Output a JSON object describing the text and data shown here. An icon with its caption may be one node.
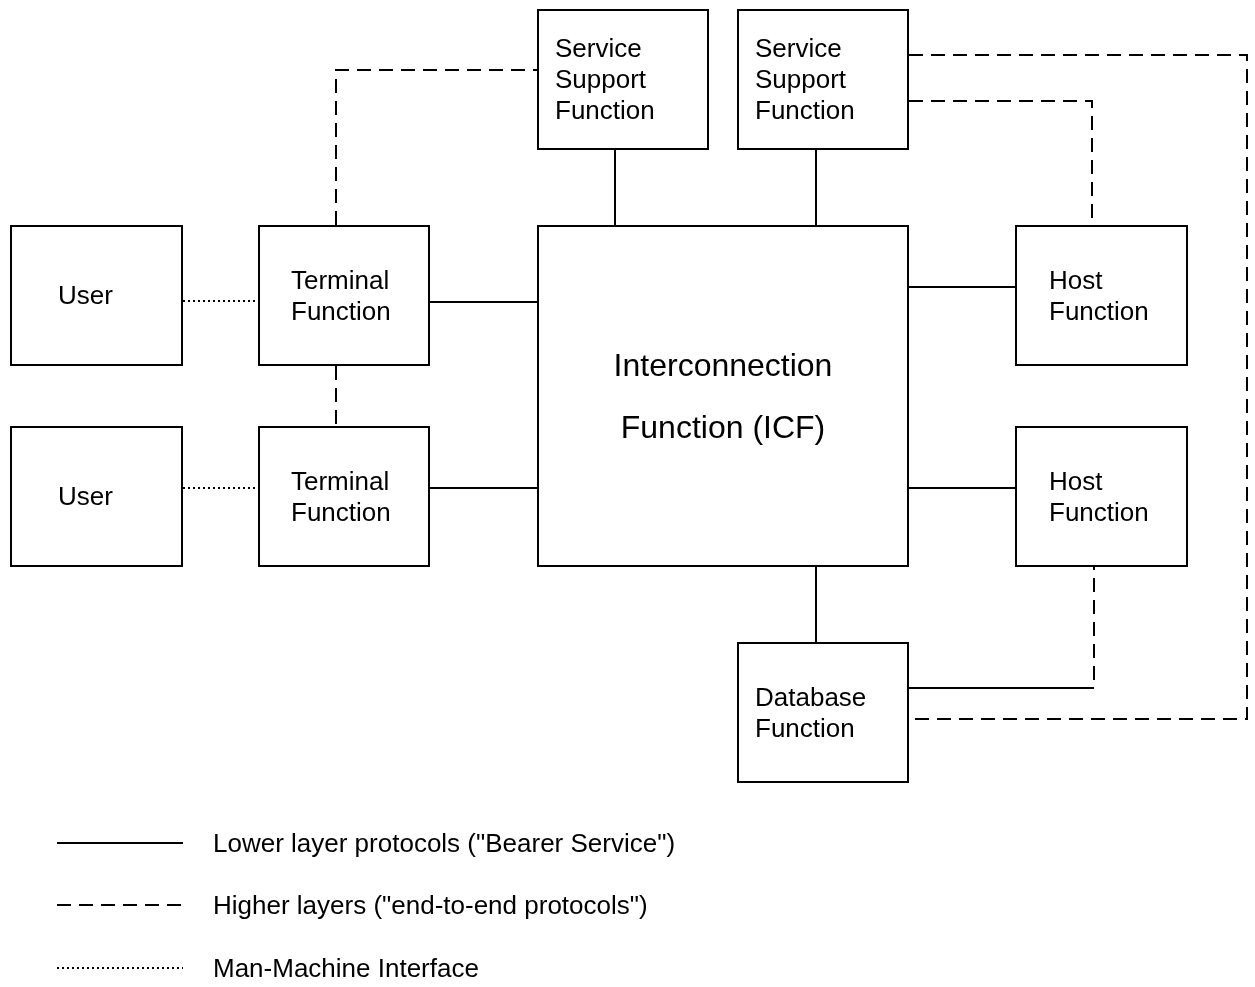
{
  "diagram": {
    "nodes": [
      {
        "text": [
          "Service Support Function"
        ]
      },
      {
        "text": [
          "Service Support Function"
        ]
      },
      {
        "text": [
          "User"
        ]
      },
      {
        "text": [
          "Terminal Function"
        ]
      },
      {
        "text": [
          "Interconnection Function (ICF)"
        ]
      },
      {
        "text": [
          "Host Function"
        ]
      },
      {
        "text": [
          "User"
        ]
      },
      {
        "text": [
          "Terminal Function"
        ]
      },
      {
        "text": [
          "Host Function"
        ]
      },
      {
        "text": [
          "Database Function"
        ]
      }
    ],
    "edges": [
      {
        "from": 0,
        "to": 4,
        "arrow": "none"
      },
      {
        "from": 1,
        "to": 4,
        "arrow": "none"
      },
      {
        "from": 2,
        "to": 3,
        "arrow": "none",
        "style": "dashed"
      },
      {
        "from": 3,
        "to": 4,
        "arrow": "none"
      },
      {
        "from": 4,
        "to": 5,
        "arrow": "none"
      },
      {
        "from": 6,
        "to": 7,
        "arrow": "none",
        "style": "dashed"
      },
      {
        "from": 7,
        "to": 4,
        "arrow": "none"
      },
      {
        "from": 4,
        "to": 8,
        "arrow": "none"
      },
      {
        "from": 4,
        "to": 9,
        "arrow": "none"
      },
      {
        "from": 3,
        "to": 0,
        "arrow": "none",
        "style": "dashed"
      },
      {
        "from": 3,
        "to": 7,
        "arrow": "none",
        "style": "dashed"
      },
      {
        "from": 1,
        "to": 5,
        "arrow": "none",
        "style": "dashed"
      },
      {
        "from": 9,
        "to": 8,
        "arrow": "none",
        "style": "dashed"
      },
      {
        "from": 1,
        "to": 9,
        "arrow": "none",
        "style": "dashed"
      }
    ],
    "legend": [
      {
        "text": "Lower layer protocols (\"Bearer Service\")"
      },
      {
        "text": "Higher layers (\"end-to-end protocols\")"
      },
      {
        "text": "Man-Machine Interface"
      }
    ]
  }
}
